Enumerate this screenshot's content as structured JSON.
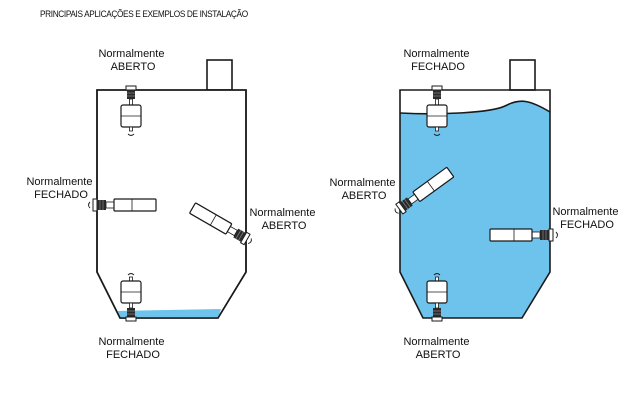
{
  "title": "PRINCIPAIS APLICAÇÕES E EXEMPLOS DE INSTALAÇÃO",
  "colors": {
    "outline": "#1a1a1a",
    "water": "#6ec3ec",
    "float": "#ffffff"
  },
  "left_tank": {
    "top_label": [
      "Normalmente",
      "ABERTO"
    ],
    "left_label": [
      "Normalmente",
      "FECHADO"
    ],
    "right_label": [
      "Normalmente",
      "ABERTO"
    ],
    "bottom_label": [
      "Normalmente",
      "FECHADO"
    ]
  },
  "right_tank": {
    "top_label": [
      "Normalmente",
      "FECHADO"
    ],
    "left_label": [
      "Normalmente",
      "ABERTO"
    ],
    "right_label": [
      "Normalmente",
      "FECHADO"
    ],
    "bottom_label": [
      "Normalmente",
      "ABERTO"
    ]
  }
}
